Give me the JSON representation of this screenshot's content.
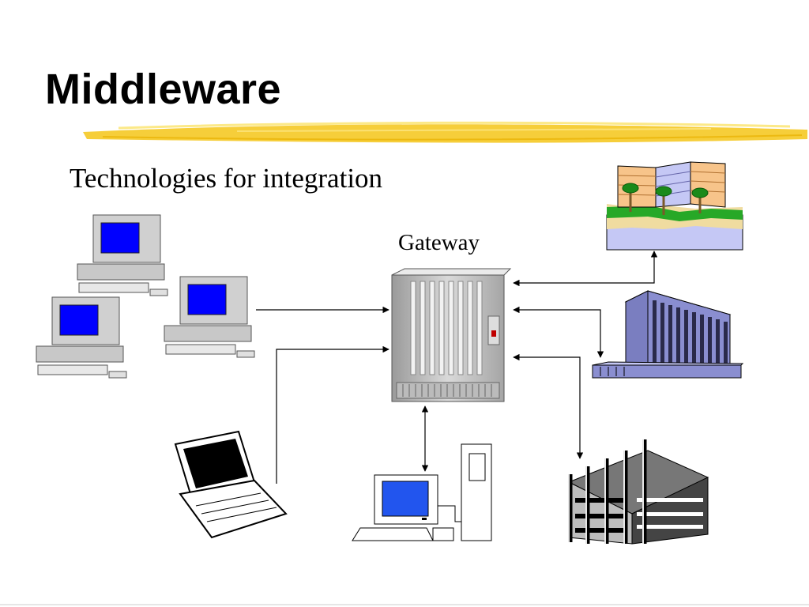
{
  "slide": {
    "title": "Middleware",
    "subtitle": "Technologies for integration",
    "gateway_label": "Gateway"
  },
  "colors": {
    "highlight_stroke": "#f5c518",
    "screen_blue": "#0000ff",
    "laptop_screen": "#000000",
    "building_purple": "#8888c8",
    "hotel_peach": "#f7c48a",
    "grass": "#27a827"
  },
  "icons": [
    "desktop-computer-icon",
    "laptop-icon",
    "workstation-icon",
    "gateway-rack-icon",
    "hotel-building-icon",
    "office-building-icon",
    "factory-building-icon"
  ]
}
